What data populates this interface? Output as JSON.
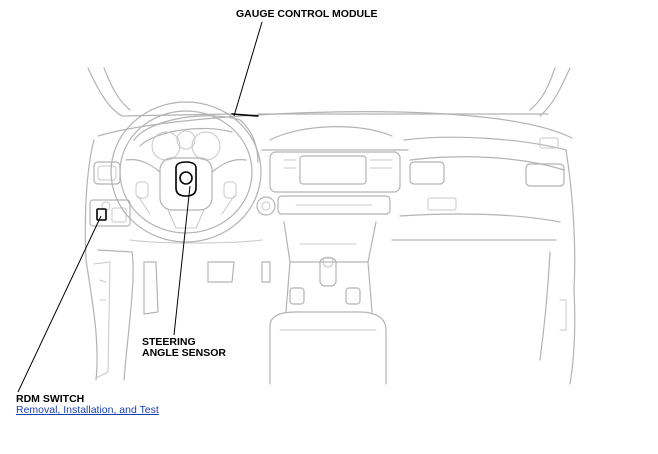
{
  "labels": {
    "gauge_control_module": "GAUGE CONTROL MODULE",
    "steering_angle_sensor_line1": "STEERING",
    "steering_angle_sensor_line2": "ANGLE SENSOR",
    "rdm_switch": "RDM SWITCH"
  },
  "links": {
    "rdm_removal": "Removal, Installation, and Test"
  },
  "colors": {
    "drawing": "#b3b3b3",
    "highlight": "#000000",
    "link": "#1a3fb5"
  }
}
